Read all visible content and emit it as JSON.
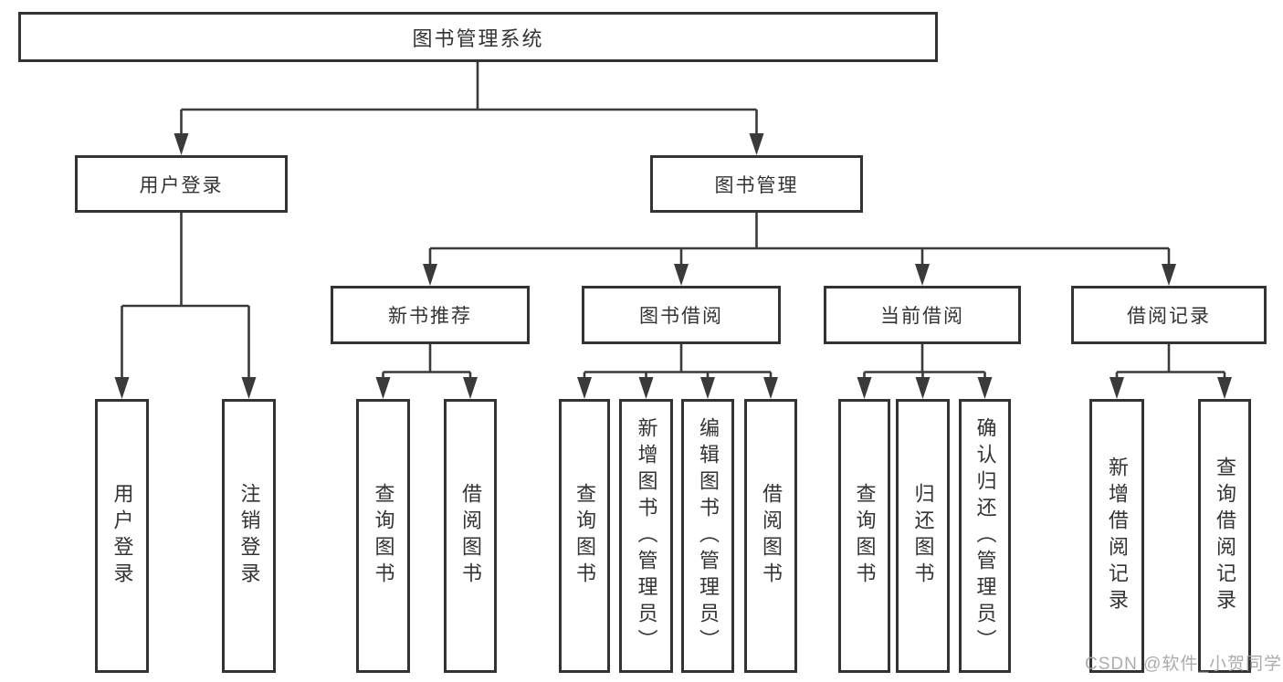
{
  "nodes": {
    "root": "图书管理系统",
    "user_login": "用户登录",
    "book_mgmt": "图书管理",
    "new_book_rec": "新书推荐",
    "book_borrow": "图书借阅",
    "current_borrow": "当前借阅",
    "borrow_record": "借阅记录",
    "leaf_user_login": "用户登录",
    "leaf_logout": "注销登录",
    "leaf_rec_query": "查询图书",
    "leaf_rec_borrow": "借阅图书",
    "leaf_bb_query": "查询图书",
    "leaf_bb_add": "新增图书（管理员）",
    "leaf_bb_edit": "编辑图书（管理员）",
    "leaf_bb_borrow": "借阅图书",
    "leaf_cb_query": "查询图书",
    "leaf_cb_return": "归还图书",
    "leaf_cb_confirm": "确认归还（管理员）",
    "leaf_br_add": "新增借阅记录",
    "leaf_br_query": "查询借阅记录"
  },
  "watermark": "CSDN @软件_小贺同学",
  "colors": {
    "line": "#3a3a3a",
    "text": "#333333",
    "watermark": "#a5a5a5",
    "background": "#ffffff"
  }
}
